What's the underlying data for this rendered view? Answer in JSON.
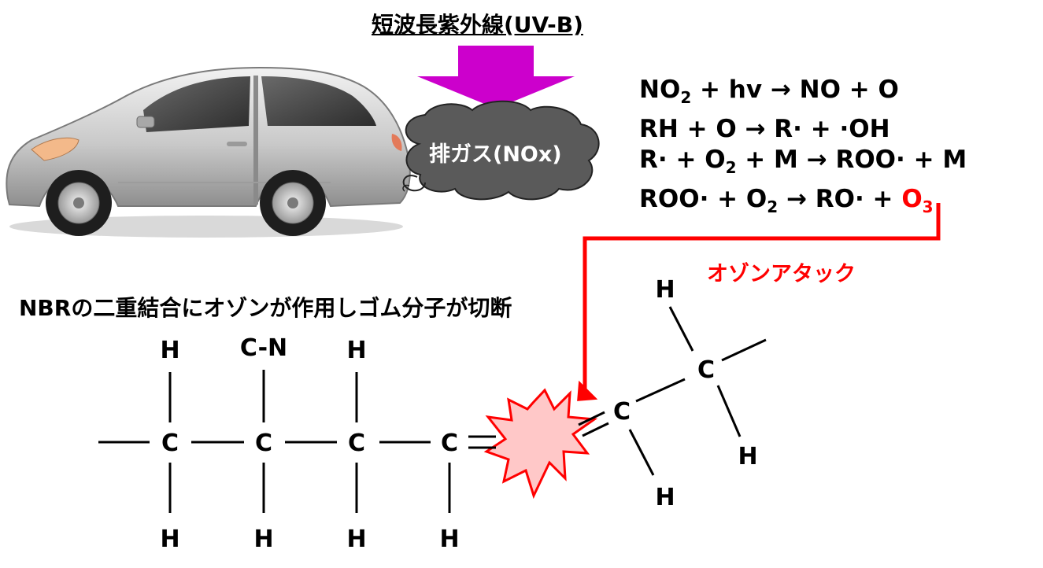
{
  "title": "短波長紫外線(UV-B)",
  "exhaust_label": "排ガス(NOx)",
  "equations": {
    "eq1": {
      "a": "NO",
      "a_sub": "2",
      "b": " + hv → NO + O"
    },
    "eq2": {
      "text": "RH + O → R· + ·OH"
    },
    "eq3": {
      "a": "R· + O",
      "a_sub": "2",
      "b": " + M → ROO· + M"
    },
    "eq4": {
      "a": "ROO· + O",
      "a_sub": "2",
      "b": " → RO· + ",
      "o3": "O",
      "o3_sub": "3"
    }
  },
  "attack_label": "オゾンアタック",
  "caption": "NBRの二重結合にオゾンが作用しゴム分子が切断",
  "molecule": {
    "top": [
      "H",
      "C-N",
      "H"
    ],
    "carbon": "C",
    "bottom": [
      "H",
      "H",
      "H",
      "H"
    ],
    "frag_top_h": "H",
    "frag_c1": "C",
    "frag_c2": "C",
    "frag_h_right": "H",
    "frag_h_bottom": "H"
  },
  "colors": {
    "uv_arrow": "#cc00cc",
    "attack": "#ff0000",
    "cloud": "#5a5a5a",
    "burst_fill": "#ffc8c8",
    "burst_stroke": "#ff0000"
  }
}
